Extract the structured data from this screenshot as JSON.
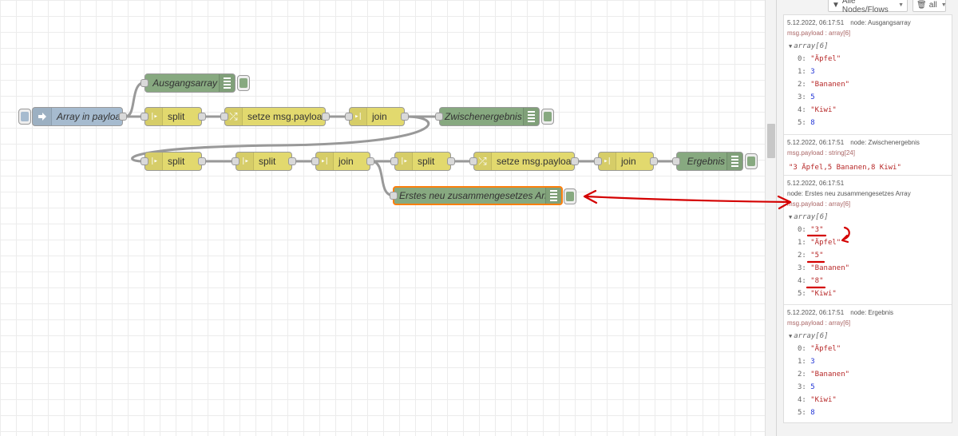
{
  "workspace": {
    "nodes": {
      "inject": "Array in payload",
      "debug_top": "Ausgangsarray",
      "split1": "split",
      "change1": "setze msg.payload",
      "join1": "join",
      "debug_mid": "Zwischenergebnis",
      "split2": "split",
      "split3": "split",
      "join2": "join",
      "split4": "split",
      "change2": "setze msg.payload",
      "join3": "join",
      "debug_end": "Ergebnis",
      "debug_new": "Erstes neu zusammengesetzes Array"
    }
  },
  "sidebar": {
    "filter_label": "Alle Nodes/Flows",
    "clear_label": "all",
    "messages": [
      {
        "timestamp": "5.12.2022, 06:17:51",
        "node": "node: Ausgangsarray",
        "topic": "msg.payload : array[6]",
        "tree_label": "array[6]",
        "items": [
          {
            "k": "0:",
            "v": "\"Äpfel\"",
            "t": "str"
          },
          {
            "k": "1:",
            "v": "3",
            "t": "num"
          },
          {
            "k": "2:",
            "v": "\"Bananen\"",
            "t": "str"
          },
          {
            "k": "3:",
            "v": "5",
            "t": "num"
          },
          {
            "k": "4:",
            "v": "\"Kiwi\"",
            "t": "str"
          },
          {
            "k": "5:",
            "v": "8",
            "t": "num"
          }
        ]
      },
      {
        "timestamp": "5.12.2022, 06:17:51",
        "node": "node: Zwischenergebnis",
        "topic": "msg.payload : string[24]",
        "value": "\"3 Äpfel,5 Bananen,8 Kiwi\""
      },
      {
        "timestamp": "5.12.2022, 06:17:51",
        "node": "node: Erstes neu zusammengesetzes Array",
        "topic": "msg.payload : array[6]",
        "tree_label": "array[6]",
        "items": [
          {
            "k": "0:",
            "v": "\"3\"",
            "t": "str"
          },
          {
            "k": "1:",
            "v": "\"Äpfel\"",
            "t": "str"
          },
          {
            "k": "2:",
            "v": "\"5\"",
            "t": "str"
          },
          {
            "k": "3:",
            "v": "\"Bananen\"",
            "t": "str"
          },
          {
            "k": "4:",
            "v": "\"8\"",
            "t": "str"
          },
          {
            "k": "5:",
            "v": "\"Kiwi\"",
            "t": "str"
          }
        ]
      },
      {
        "timestamp": "5.12.2022, 06:17:51",
        "node": "node: Ergebnis",
        "topic": "msg.payload : array[6]",
        "tree_label": "array[6]",
        "items": [
          {
            "k": "0:",
            "v": "\"Äpfel\"",
            "t": "str"
          },
          {
            "k": "1:",
            "v": "3",
            "t": "num"
          },
          {
            "k": "2:",
            "v": "\"Bananen\"",
            "t": "str"
          },
          {
            "k": "3:",
            "v": "5",
            "t": "num"
          },
          {
            "k": "4:",
            "v": "\"Kiwi\"",
            "t": "str"
          },
          {
            "k": "5:",
            "v": "8",
            "t": "num"
          }
        ]
      }
    ]
  },
  "colors": {
    "function_node": "#e2d96e",
    "inject_node": "#a6bbcf",
    "debug_node": "#87a980",
    "selection": "#ff7f0e",
    "annotation_red": "#d40000",
    "string_value": "#b72828",
    "number_value": "#2033d6"
  }
}
